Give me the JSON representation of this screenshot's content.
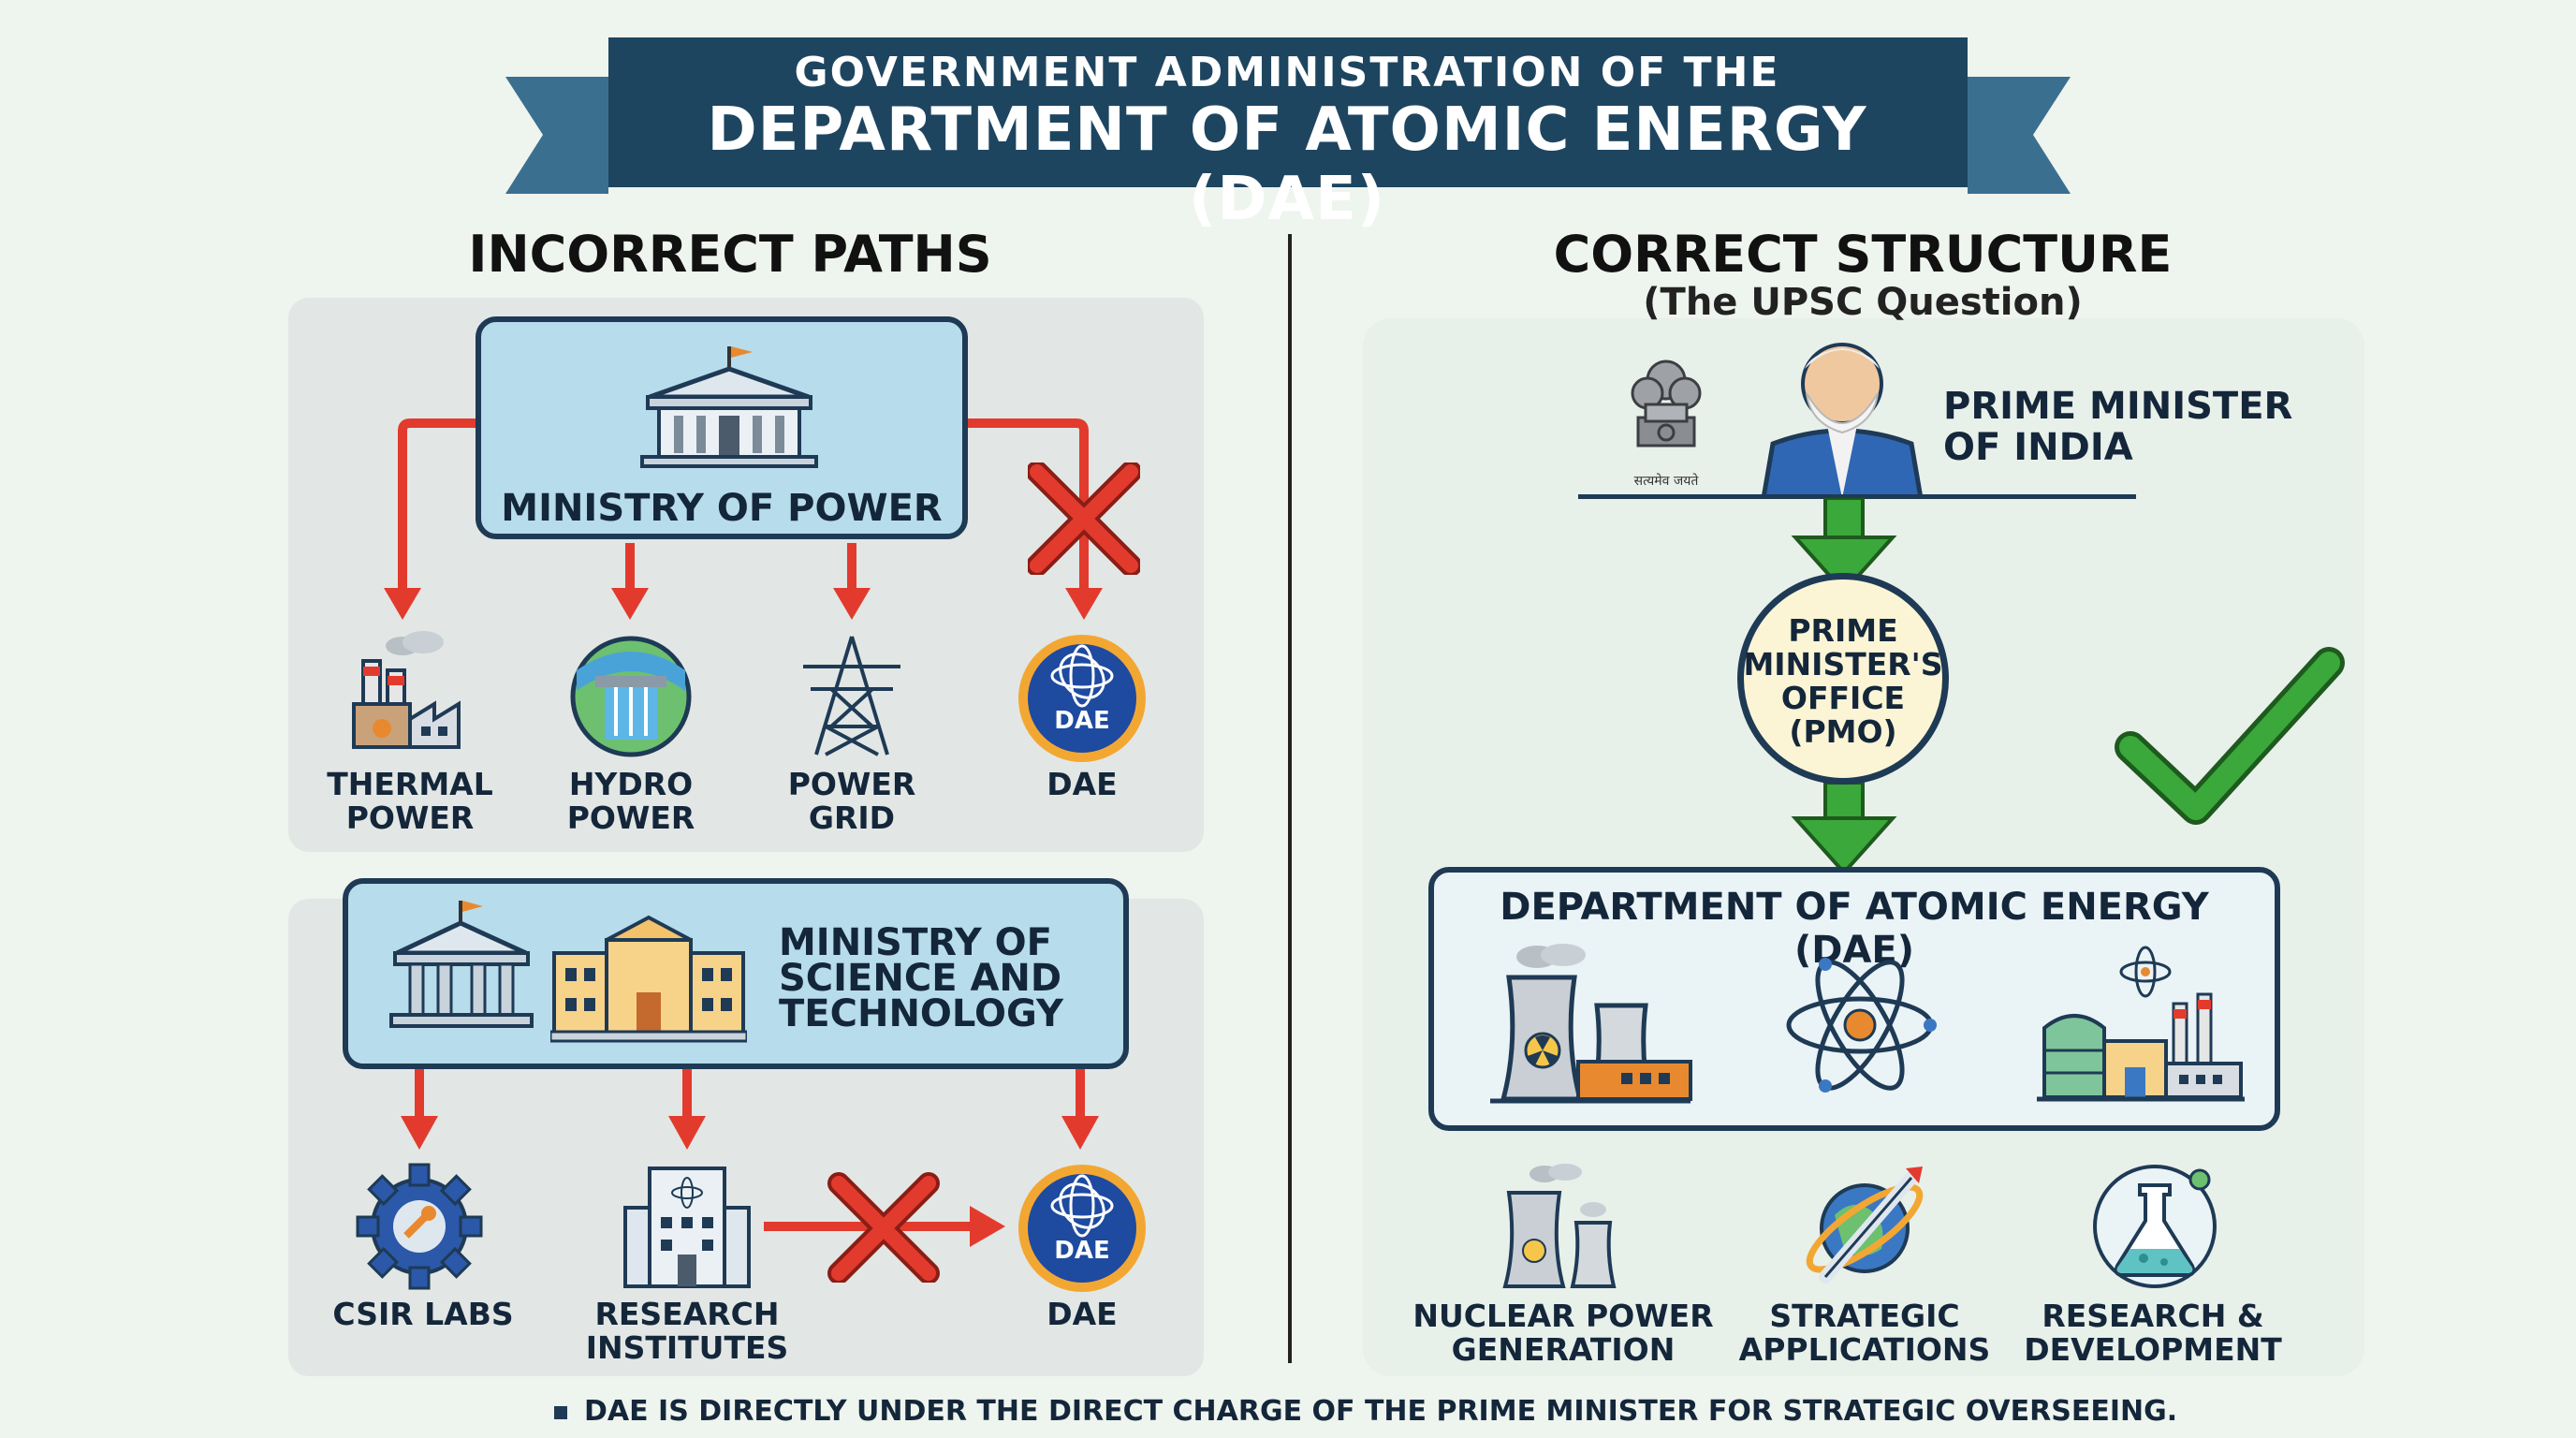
{
  "banner": {
    "line1": "GOVERNMENT ADMINISTRATION OF THE",
    "line2": "DEPARTMENT OF ATOMIC ENERGY (DAE)"
  },
  "left": {
    "title": "INCORRECT PATHS",
    "power_box": {
      "label": "MINISTRY OF POWER"
    },
    "power_items": [
      {
        "line1": "THERMAL",
        "line2": "POWER"
      },
      {
        "line1": "HYDRO",
        "line2": "POWER"
      },
      {
        "line1": "POWER",
        "line2": "GRID"
      },
      {
        "line1": "DAE",
        "line2": ""
      }
    ],
    "science_box": {
      "line1": "MINISTRY OF",
      "line2": "SCIENCE AND",
      "line3": "TECHNOLOGY"
    },
    "science_items": [
      {
        "line1": "CSIR LABS",
        "line2": ""
      },
      {
        "line1": "RESEARCH",
        "line2": "INSTITUTES"
      },
      {
        "line1": "DAE",
        "line2": ""
      }
    ],
    "dae_badge_text": "DAE"
  },
  "right": {
    "title": "CORRECT STRUCTURE",
    "subtitle": "(The UPSC Question)",
    "pm": {
      "line1": "PRIME MINISTER",
      "line2": "OF INDIA"
    },
    "emblem_caption": "सत्यमेव जयते",
    "pmo": {
      "line1": "PRIME",
      "line2": "MINISTER'S",
      "line3": "OFFICE",
      "line4": "(PMO)"
    },
    "dae_box_label": "DEPARTMENT OF ATOMIC ENERGY (DAE)",
    "functions": [
      {
        "line1": "NUCLEAR POWER",
        "line2": "GENERATION"
      },
      {
        "line1": "STRATEGIC",
        "line2": "APPLICATIONS"
      },
      {
        "line1": "RESEARCH &",
        "line2": "DEVELOPMENT"
      }
    ]
  },
  "footer": "DAE IS DIRECTLY UNDER THE DIRECT CHARGE OF THE PRIME MINISTER FOR STRATEGIC OVERSEEING.",
  "colors": {
    "navy": "#1e3a55",
    "banner": "#1e4560",
    "red_arrow": "#e23b2e",
    "green_arrow": "#3aa83a",
    "box_fill": "#b7dceb"
  }
}
